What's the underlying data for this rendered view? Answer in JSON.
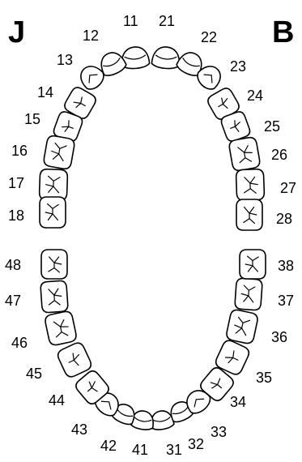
{
  "sides": {
    "left": "J",
    "right": "B"
  },
  "upper_right": [
    "11",
    "12",
    "13",
    "14",
    "15",
    "16",
    "17",
    "18"
  ],
  "upper_left": [
    "21",
    "22",
    "23",
    "24",
    "25",
    "26",
    "27",
    "28"
  ],
  "lower_left": [
    "31",
    "32",
    "33",
    "34",
    "35",
    "36",
    "37",
    "38"
  ],
  "lower_right": [
    "41",
    "42",
    "43",
    "44",
    "45",
    "46",
    "47",
    "48"
  ]
}
